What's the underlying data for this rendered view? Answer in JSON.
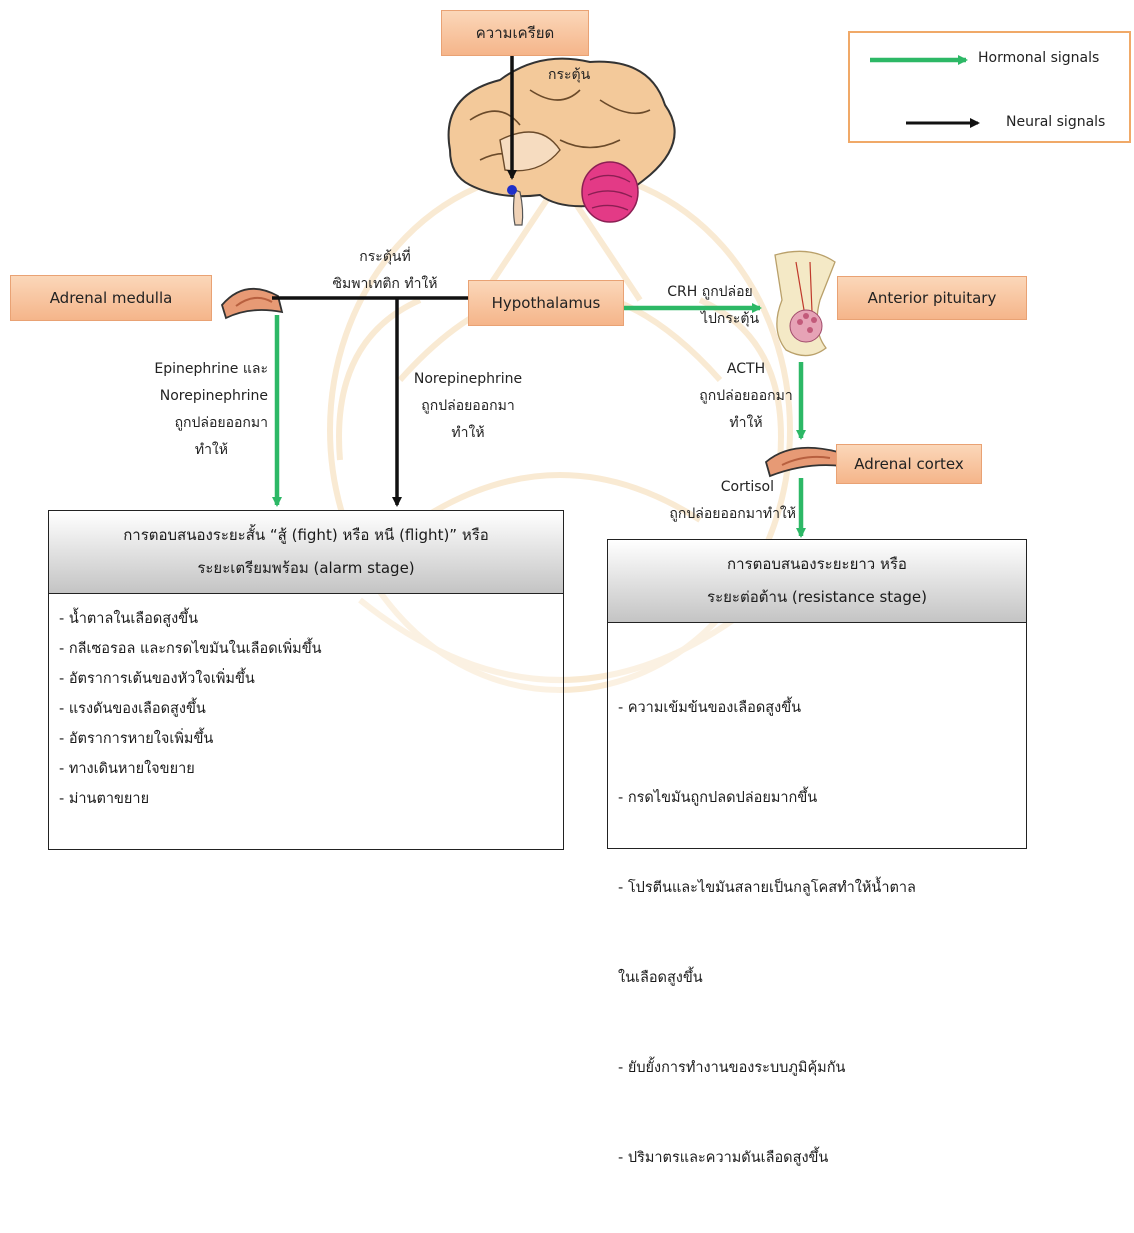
{
  "legend": {
    "hormonal_label": "Hormonal signals",
    "neural_label": "Neural signals",
    "hormonal_color": "#2db866",
    "neural_color": "#111111"
  },
  "nodes": {
    "stress": "ความเครียด",
    "hypothalamus": "Hypothalamus",
    "adrenal_medulla": "Adrenal medulla",
    "anterior_pituitary": "Anterior pituitary",
    "adrenal_cortex": "Adrenal cortex"
  },
  "labels": {
    "stimulate": "กระตุ้น",
    "sympathetic_line1": "กระตุ้นที่",
    "sympathetic_line2": "ซิมพาเทติก ทำให้",
    "crh_line1": "CRH ถูกปล่อย",
    "crh_line2": "ไปกระตุ้น",
    "epi_line1": "Epinephrine และ",
    "epi_line2": "Norepinephrine",
    "epi_line3": "ถูกปล่อยออกมา",
    "epi_line4": "ทำให้",
    "norepi_line1": "Norepinephrine",
    "norepi_line2": "ถูกปล่อยออกมา",
    "norepi_line3": "ทำให้",
    "acth_line1": "ACTH",
    "acth_line2": "ถูกปล่อยออกมา",
    "acth_line3": "ทำให้",
    "cortisol_line1": "Cortisol",
    "cortisol_line2": "ถูกปล่อยออกมาทำให้"
  },
  "alarm": {
    "title_line1": "การตอบสนองระยะสั้น “สู้ (fight) หรือ หนี (flight)” หรือ",
    "title_line2": "ระยะเตรียมพร้อม (alarm stage)",
    "items": [
      "- น้ำตาลในเลือดสูงขึ้น",
      "- กลีเซอรอล และกรดไขมันในเลือดเพิ่มขึ้น",
      "- อัตราการเต้นของหัวใจเพิ่มขึ้น",
      "- แรงดันของเลือดสูงขึ้น",
      "- อัตราการหายใจเพิ่มขึ้น",
      "- ทางเดินหายใจขยาย",
      "- ม่านตาขยาย"
    ]
  },
  "resistance": {
    "title_line1": "การตอบสนองระยะยาว หรือ",
    "title_line2": "ระยะต่อต้าน (resistance stage)",
    "items": [
      "- ความเข้มข้นของเลือดสูงขึ้น",
      "- กรดไขมันถูกปลดปล่อยมากขึ้น",
      "- โปรตีนและไขมันสลายเป็นกลูโคสทำให้น้ำตาล",
      "  ในเลือดสูงขึ้น",
      "- ยับยั้งการทำงานของระบบภูมิคุ้มกัน",
      "- ปริมาตรและความดันเลือดสูงขึ้น"
    ]
  }
}
